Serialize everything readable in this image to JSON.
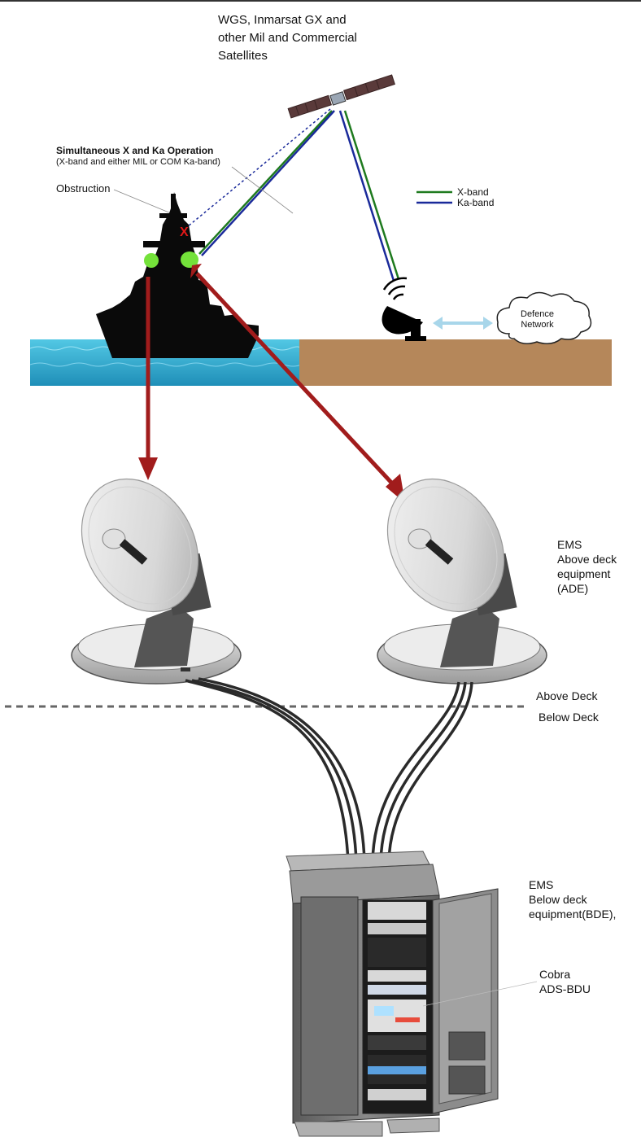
{
  "satellites_label": [
    "WGS, Inmarsat GX and",
    "other Mil and Commercial",
    "Satellites"
  ],
  "simultaneous": {
    "title": "Simultaneous X and Ka Operation",
    "subtitle": "(X-band and either MIL or COM Ka-band)"
  },
  "obstruction_label": "Obstruction",
  "obstruction_mark": "X",
  "legend": {
    "items": [
      {
        "label": "X-band",
        "color": "#1e7a1e"
      },
      {
        "label": "Ka-band",
        "color": "#1a2a9a"
      }
    ]
  },
  "cloud_label": [
    "Defence",
    "Network"
  ],
  "ems_ade": [
    "EMS",
    "Above deck",
    "equipment",
    "(ADE)"
  ],
  "deck": {
    "above": "Above Deck",
    "below": "Below Deck"
  },
  "ems_bde": [
    "EMS",
    "Below deck",
    "equipment(BDE),"
  ],
  "cobra": [
    "Cobra",
    "ADS-BDU"
  ],
  "colors": {
    "sea": "#3fb4d4",
    "land": "#b5875a",
    "arrow": "#a11c1c",
    "radome_accent": "#74e23a",
    "ship": "#0a0a0a"
  }
}
